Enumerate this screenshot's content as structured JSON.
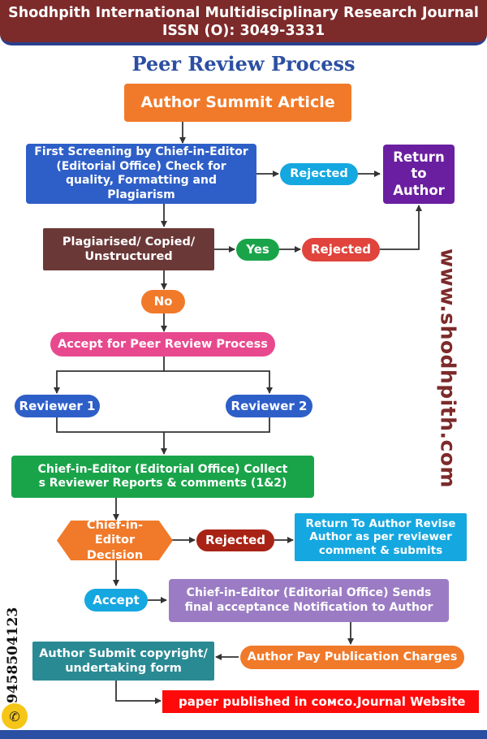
{
  "header": {
    "line1": "Shodhpith International Multidisciplinary Research Journal",
    "line2": "ISSN (O): 3049-3331"
  },
  "title": "Peer Review Process",
  "nodes": {
    "author_submit": "Author Summit Article",
    "first_screening": "First Screening by Chief-in-Editor (Editorial Office) Check for quality, Formatting and Plagiarism",
    "rejected_1": "Rejected",
    "return_to_author": "Return to Author",
    "plagiarised": "Plagiarised/ Copied/ Unstructured",
    "yes": "Yes",
    "rejected_2": "Rejected",
    "no": "No",
    "accept_peer": "Accept for Peer Review Process",
    "reviewer_1": "Reviewer 1",
    "reviewer_2": "Reviewer 2",
    "collect_reports": "Chief-in-Editor (Editorial Office) Collect s Reviewer Reports & comments (1&2)",
    "decision": "Chief-in-Editor Decision",
    "rejected_3": "Rejected",
    "return_revise": "Return To Author Revise Author as per reviewer comment & submits",
    "accept": "Accept",
    "final_acceptance": "Chief-in-Editor (Editorial Office) Sends final acceptance Notification to Author",
    "pay_charges": "Author Pay Publication Charges",
    "submit_copyright": "Author Submit copyright/ undertaking form",
    "published": "paper published in сомсо.Journal Website"
  },
  "side": {
    "website": "www.shodhpith.com",
    "phone": "9458504123",
    "phone_icon": "phone-icon"
  },
  "colors": {
    "header_bg": "#7d2a2a",
    "title": "#2b4fa2",
    "orange": "#f07a2a",
    "blue": "#2e5fc8",
    "cyan": "#15a7e0",
    "purple": "#6a1fa0",
    "brown": "#6b3838",
    "green": "#1aa44a",
    "red": "#e0443c",
    "pink": "#e8498e",
    "dark_red": "#a82315",
    "lavender": "#9b7cc4",
    "teal": "#2a8a94",
    "bright_red": "#ff0a0a"
  }
}
